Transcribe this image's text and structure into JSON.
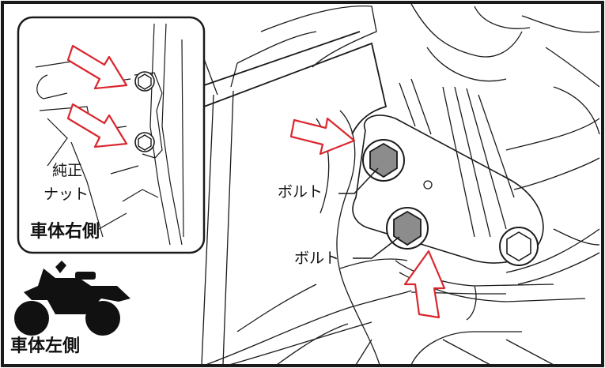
{
  "labels": {
    "bolt_upper": "ボルト",
    "bolt_lower": "ボルト",
    "genuine_nut_line1": "純正",
    "genuine_nut_line2": "ナット",
    "body_right_side": "車体右側",
    "body_left_side": "車体左側"
  },
  "colors": {
    "arrow_stroke": "#d9272e",
    "arrow_fill": "#ffffff",
    "bolt_fill": "#8c8c8c",
    "line": "#1a1a1a"
  },
  "icons": {
    "motorcycle": "motorcycle-silhouette-icon",
    "arrow": "red-outline-arrow-icon"
  }
}
